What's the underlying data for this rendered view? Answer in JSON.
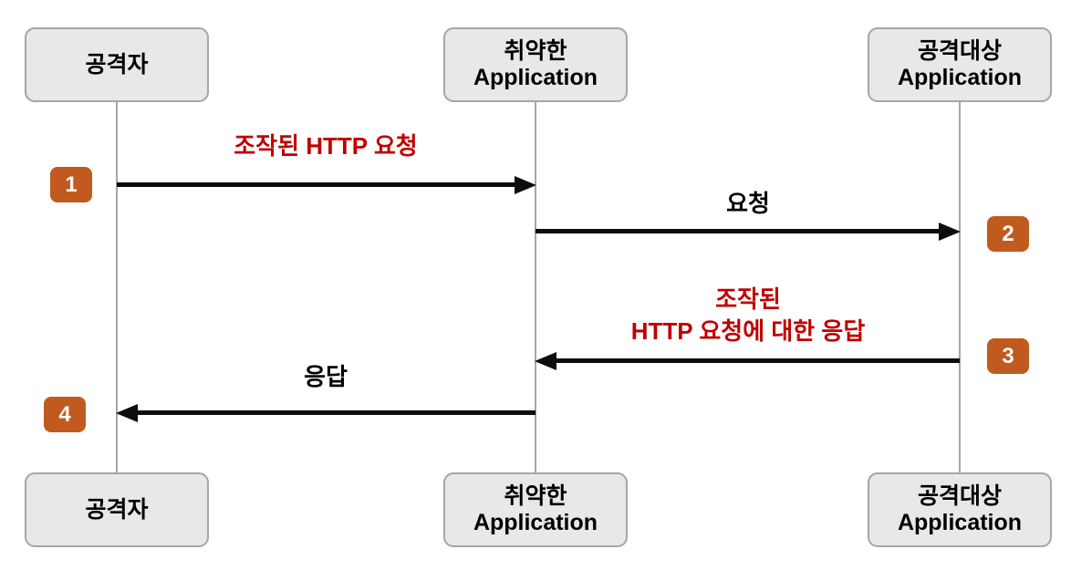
{
  "diagram_title": "HTTP request smuggling attack sequence",
  "colors": {
    "red": "#C00000",
    "badge": "#C05A1E",
    "badge_text": "#FDFBF9",
    "box_fill": "#E9E8E8",
    "box_border": "#A6A6A6",
    "lifeline": "#A6A6A6",
    "arrow": "#0D0D0D",
    "text": "#000000",
    "bg": "#FFFFFF"
  },
  "actors": {
    "attacker": "공격자",
    "vulnerable": "취약한\nApplication",
    "target": "공격대상\nApplication"
  },
  "messages": [
    {
      "num": "1",
      "label": "조작된 HTTP 요청",
      "from": "attacker",
      "to": "vulnerable",
      "emphasis": "red"
    },
    {
      "num": "2",
      "label": "요청",
      "from": "vulnerable",
      "to": "target",
      "emphasis": "black"
    },
    {
      "num": "3",
      "label": "조작된\nHTTP 요청에 대한 응답",
      "from": "target",
      "to": "vulnerable",
      "emphasis": "red"
    },
    {
      "num": "4",
      "label": "응답",
      "from": "vulnerable",
      "to": "attacker",
      "emphasis": "black"
    }
  ]
}
